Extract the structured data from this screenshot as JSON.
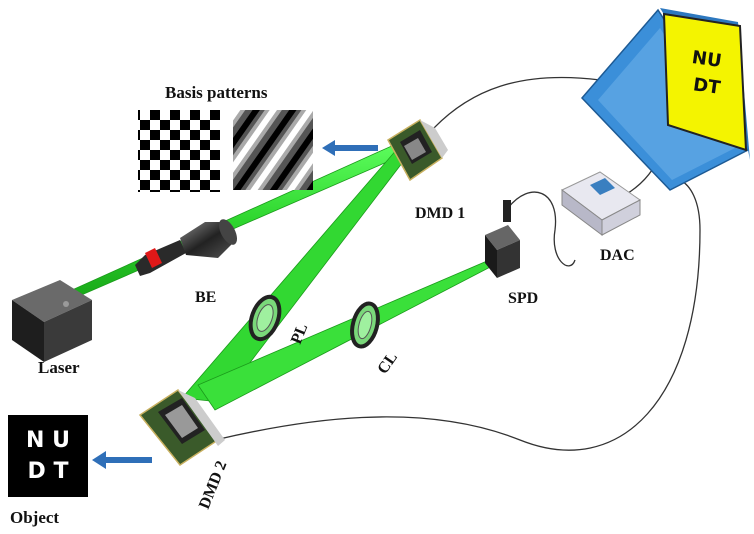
{
  "labels": {
    "basis_patterns": "Basis patterns",
    "dmd1": "DMD 1",
    "dmd2": "DMD 2",
    "be": "BE",
    "pl": "PL",
    "cl": "CL",
    "laser": "Laser",
    "spd": "SPD",
    "dac": "DAC",
    "object": "Object"
  },
  "screen_text": {
    "line1": "NU",
    "line2": "DT"
  },
  "object_text": {
    "line1": "N U",
    "line2": "D T"
  },
  "colors": {
    "beam": "#2fd62f",
    "beam_dark": "#1fa81f",
    "arrow": "#2f6fb8",
    "screen": "#f4f400",
    "laptop_body": "#3b8fd9",
    "pcb": "#3a5a2a",
    "lens_red": "#e01818"
  }
}
